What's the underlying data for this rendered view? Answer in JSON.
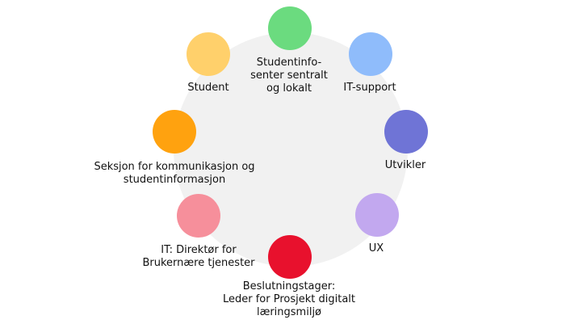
{
  "stakeholders": [
    {
      "label": "Studentinfo-\nsenter sentralt\nog lokalt",
      "color": "#6bdb7f"
    },
    {
      "label": "IT-support",
      "color": "#8fbcfb"
    },
    {
      "label": "Utvikler",
      "color": "#6f74d6"
    },
    {
      "label": "UX",
      "color": "#c2a8ef"
    },
    {
      "label": "Beslutningstager:\nLeder for Prosjekt digitalt\nlæringsmiljø",
      "color": "#e8112d"
    },
    {
      "label": "IT: Direktør for\nBrukernære tjenester",
      "color": "#f68f9b"
    },
    {
      "label": "Seksjon for kommunikasjon og\nstudentinformasjon",
      "color": "#ffa20f"
    },
    {
      "label": "Student",
      "color": "#ffd06b"
    }
  ]
}
